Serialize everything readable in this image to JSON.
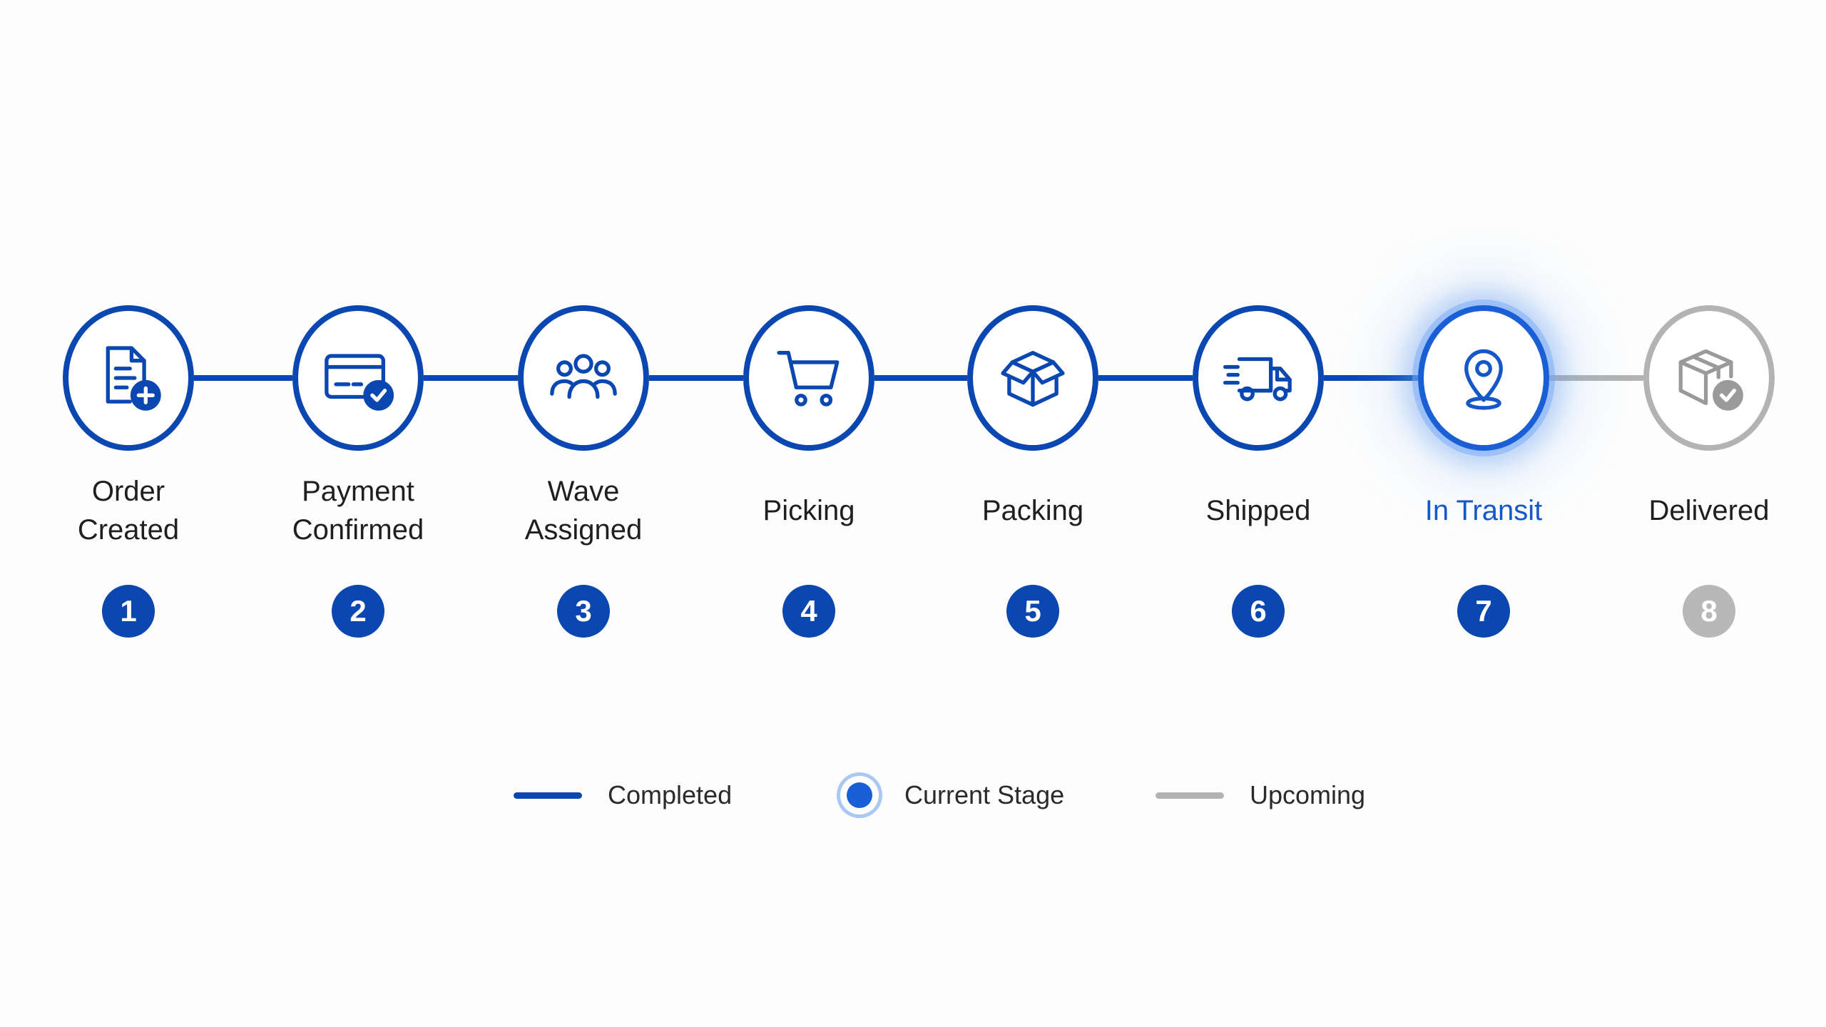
{
  "colors": {
    "completed": "#0a47b0",
    "current": "#1a5fd6",
    "upcoming": "#b3b3b3"
  },
  "steps": [
    {
      "label": "Order\nCreated",
      "number": "1",
      "status": "completed",
      "icon": "document-plus-icon"
    },
    {
      "label": "Payment\nConfirmed",
      "number": "2",
      "status": "completed",
      "icon": "credit-card-check-icon"
    },
    {
      "label": "Wave\nAssigned",
      "number": "3",
      "status": "completed",
      "icon": "users-group-icon"
    },
    {
      "label": "Picking",
      "number": "4",
      "status": "completed",
      "icon": "shopping-cart-icon"
    },
    {
      "label": "Packing",
      "number": "5",
      "status": "completed",
      "icon": "open-box-icon"
    },
    {
      "label": "Shipped",
      "number": "6",
      "status": "completed",
      "icon": "delivery-truck-icon"
    },
    {
      "label": "In Transit",
      "number": "7",
      "status": "current",
      "icon": "location-pin-icon"
    },
    {
      "label": "Delivered",
      "number": "8",
      "status": "upcoming",
      "icon": "box-check-icon"
    }
  ],
  "legend": {
    "completed": "Completed",
    "current": "Current Stage",
    "upcoming": "Upcoming"
  }
}
